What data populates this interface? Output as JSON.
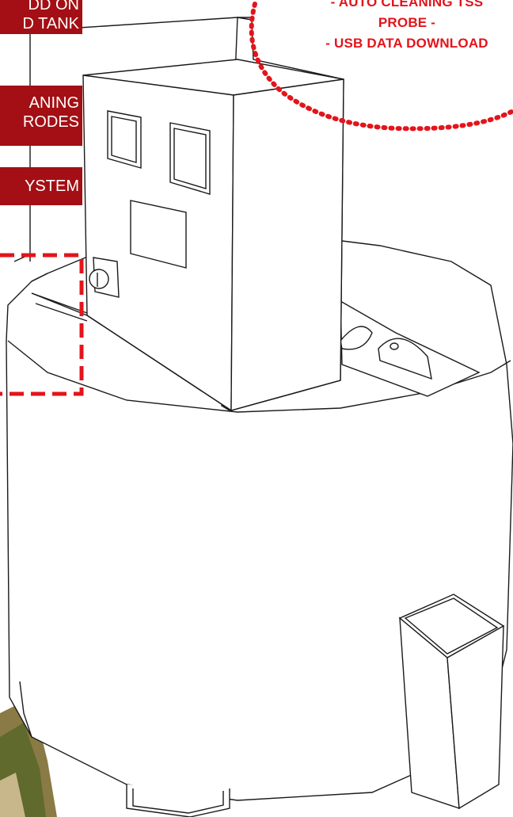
{
  "labels": {
    "tank": {
      "line1": "DD ON",
      "line2": "D TANK"
    },
    "cleaning": {
      "line1": "ANING",
      "line2": "RODES"
    },
    "system": {
      "line1": "YSTEM"
    }
  },
  "callout": {
    "line1": "- AUTO CLEANING  TSS",
    "line2": "PROBE -",
    "line3": "- USB DATA DOWNLOAD"
  },
  "colors": {
    "label_bg": "#a30f14",
    "callout_red": "#e3141b",
    "outline": "#1a1a1a"
  }
}
